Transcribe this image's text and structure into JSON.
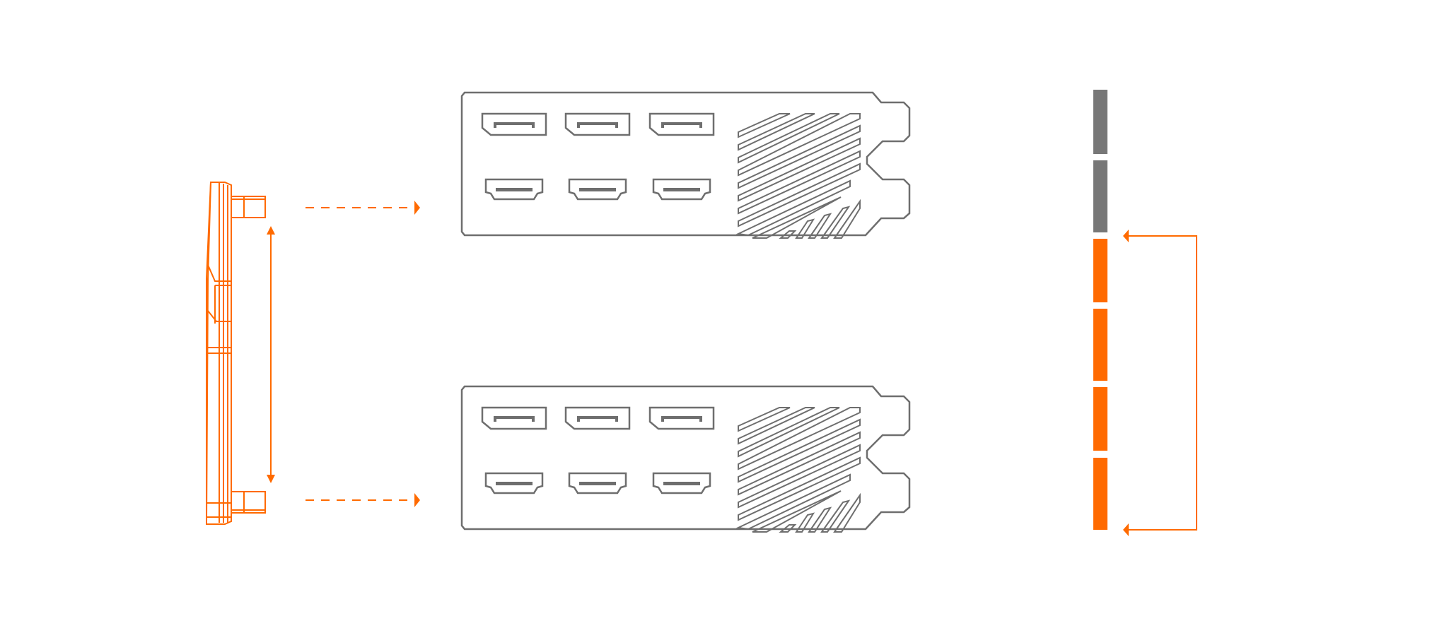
{
  "diagram": {
    "colors": {
      "accent": "#ff6a00",
      "outline": "#6e6e6e",
      "slot_gray": "#777777",
      "background": "#ffffff"
    },
    "slot_indicator": {
      "total_slots": 6,
      "gray_slots": 2,
      "orange_slots": 4
    },
    "brackets": [
      {
        "displayport_count": 3,
        "hdmi_count": 3
      },
      {
        "displayport_count": 3,
        "hdmi_count": 3
      }
    ]
  }
}
